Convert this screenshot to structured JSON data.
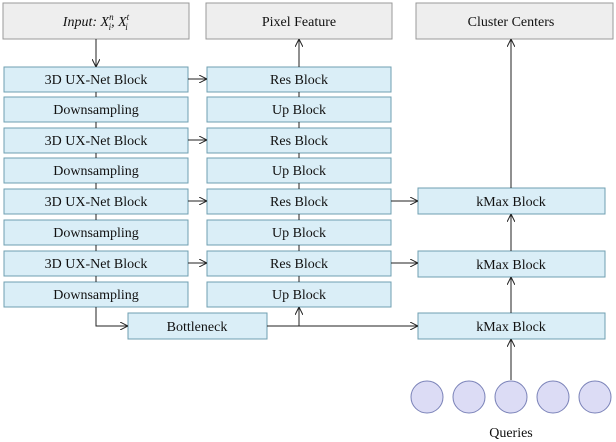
{
  "input": {
    "label": "Input",
    "var1": "X",
    "var1_sup": "n",
    "var1_sub": "i",
    "var2": "X",
    "var2_sup": "t",
    "var2_sub": "i"
  },
  "headers": {
    "pixel_feature": "Pixel Feature",
    "cluster_centers": "Cluster Centers"
  },
  "encoder": [
    "3D UX-Net Block",
    "Downsampling",
    "3D UX-Net Block",
    "Downsampling",
    "3D UX-Net Block",
    "Downsampling",
    "3D UX-Net Block",
    "Downsampling"
  ],
  "decoder": [
    "Res Block",
    "Up Block",
    "Res Block",
    "Up Block",
    "Res Block",
    "Up Block",
    "Res Block",
    "Up Block"
  ],
  "bottleneck": "Bottleneck",
  "kmax": [
    "kMax Block",
    "kMax Block",
    "kMax Block"
  ],
  "queries": {
    "label": "Queries",
    "count": 5
  },
  "colors": {
    "block_fill": "#daeef7",
    "block_stroke": "#6f9fb0",
    "header_fill": "#eeeeee",
    "header_stroke": "#999999",
    "query_fill": "#dcdcf5",
    "query_stroke": "#7a82b8",
    "arrow": "#222222"
  }
}
